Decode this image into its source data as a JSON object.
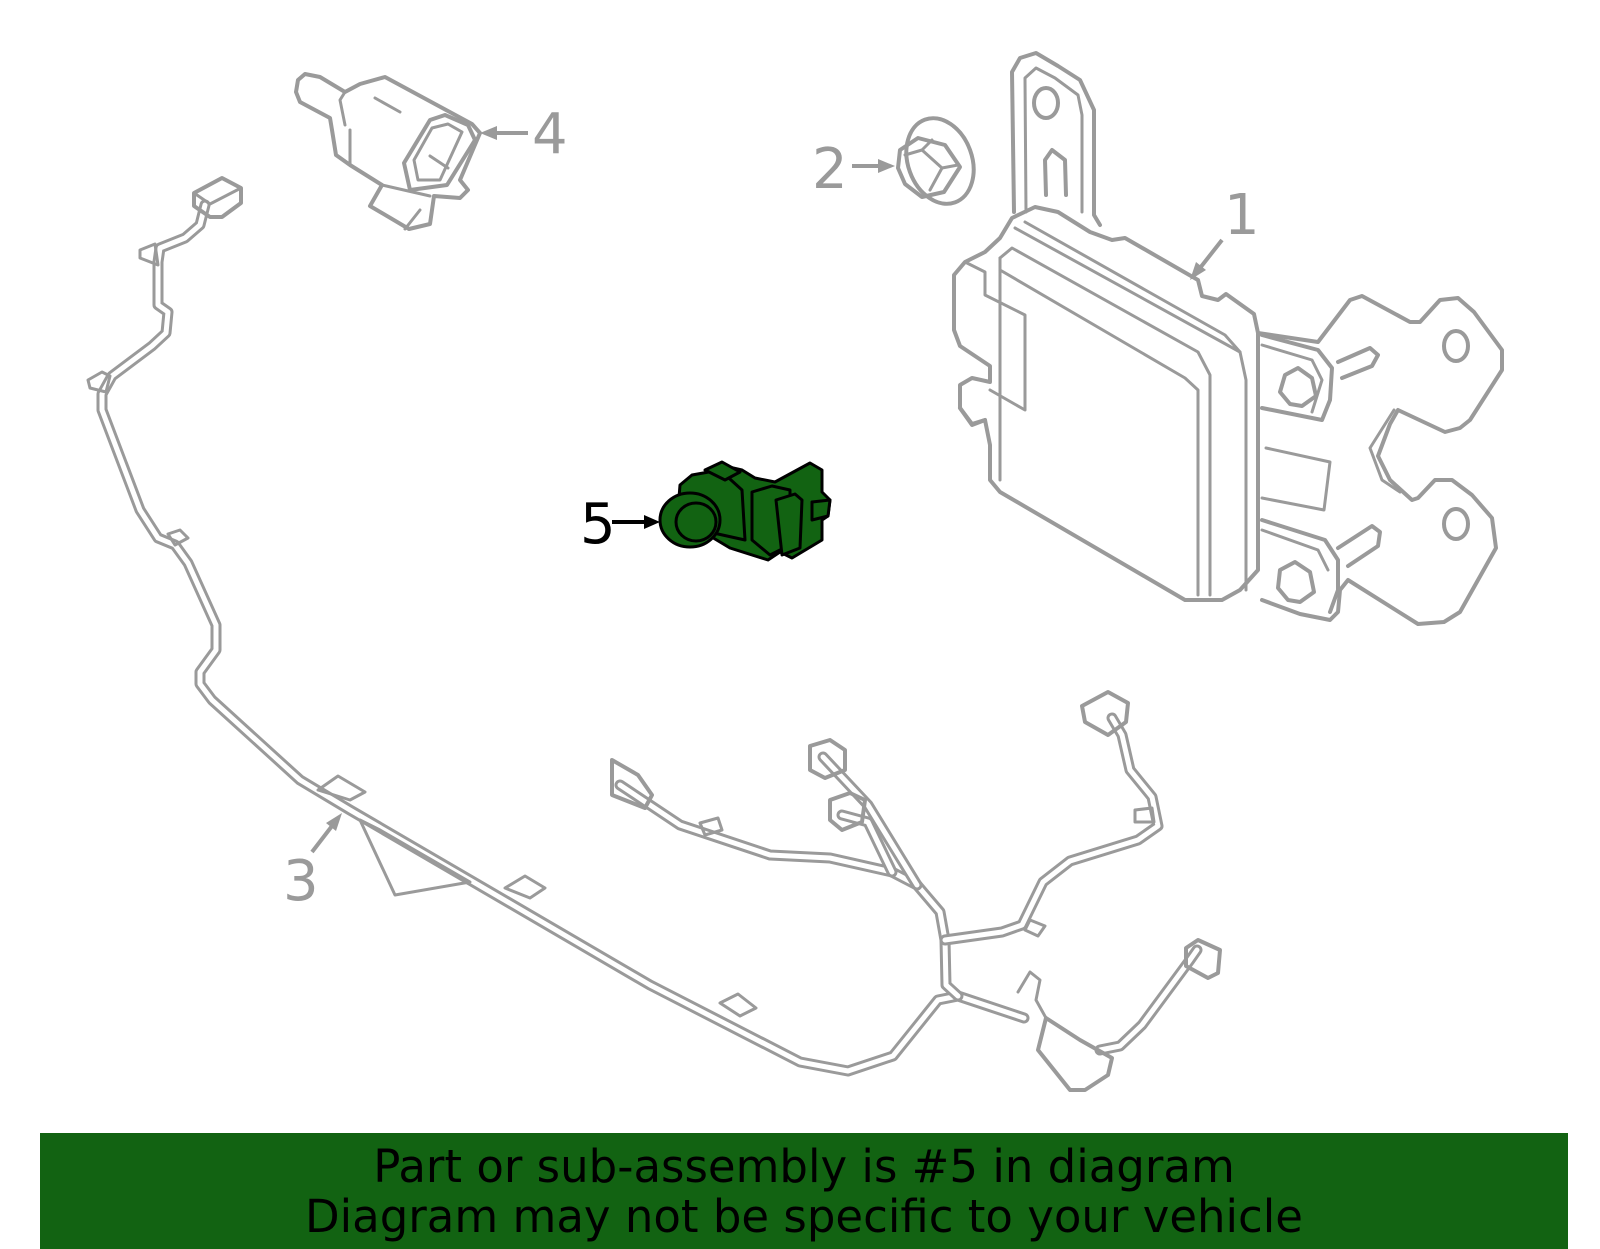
{
  "callouts": [
    {
      "id": "1",
      "label": "1",
      "highlighted": false
    },
    {
      "id": "2",
      "label": "2",
      "highlighted": false
    },
    {
      "id": "3",
      "label": "3",
      "highlighted": false
    },
    {
      "id": "4",
      "label": "4",
      "highlighted": false
    },
    {
      "id": "5",
      "label": "5",
      "highlighted": true
    }
  ],
  "banner": {
    "line1": "Part or sub-assembly is #5 in diagram",
    "line2": "Diagram may not be specific to your vehicle"
  },
  "colors": {
    "highlight": "#126312",
    "outline": "#9a9a9a",
    "highlight_label": "#000000"
  }
}
